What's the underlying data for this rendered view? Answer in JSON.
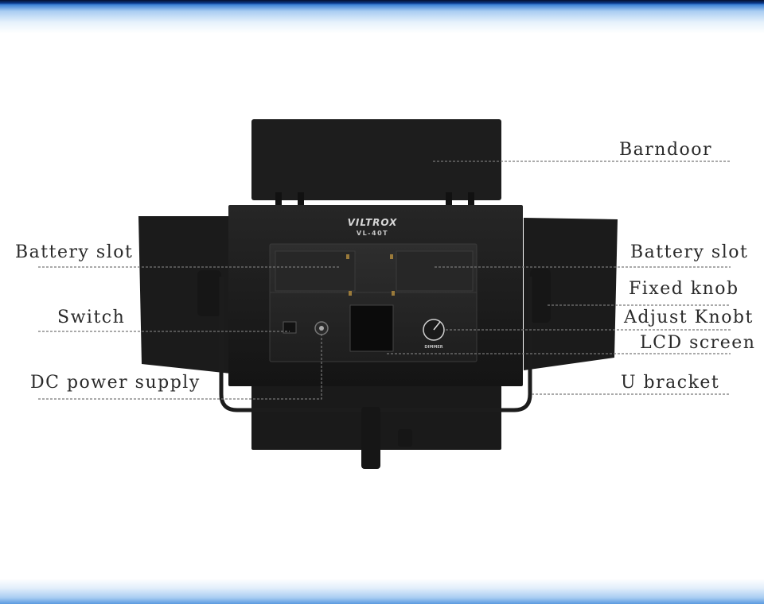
{
  "product": {
    "brand": "VILTROX",
    "model": "VL-40T",
    "dimmer_label": "DIMMER"
  },
  "callouts": {
    "barndoor": "Barndoor",
    "battery_slot_left": "Battery slot",
    "battery_slot_right": "Battery slot",
    "fixed_knob": "Fixed knob",
    "switch": "Switch",
    "adjust_knob": "Adjust Knobt",
    "lcd_screen": "LCD screen",
    "dc_power_supply": "DC power supply",
    "u_bracket": "U bracket"
  },
  "colors": {
    "accent_top": "#0a3a8c",
    "accent_bottom": "#5b9ae0",
    "device_body": "#1b1b1b",
    "leader_line": "#777777",
    "label_text": "#2a2a2a"
  }
}
